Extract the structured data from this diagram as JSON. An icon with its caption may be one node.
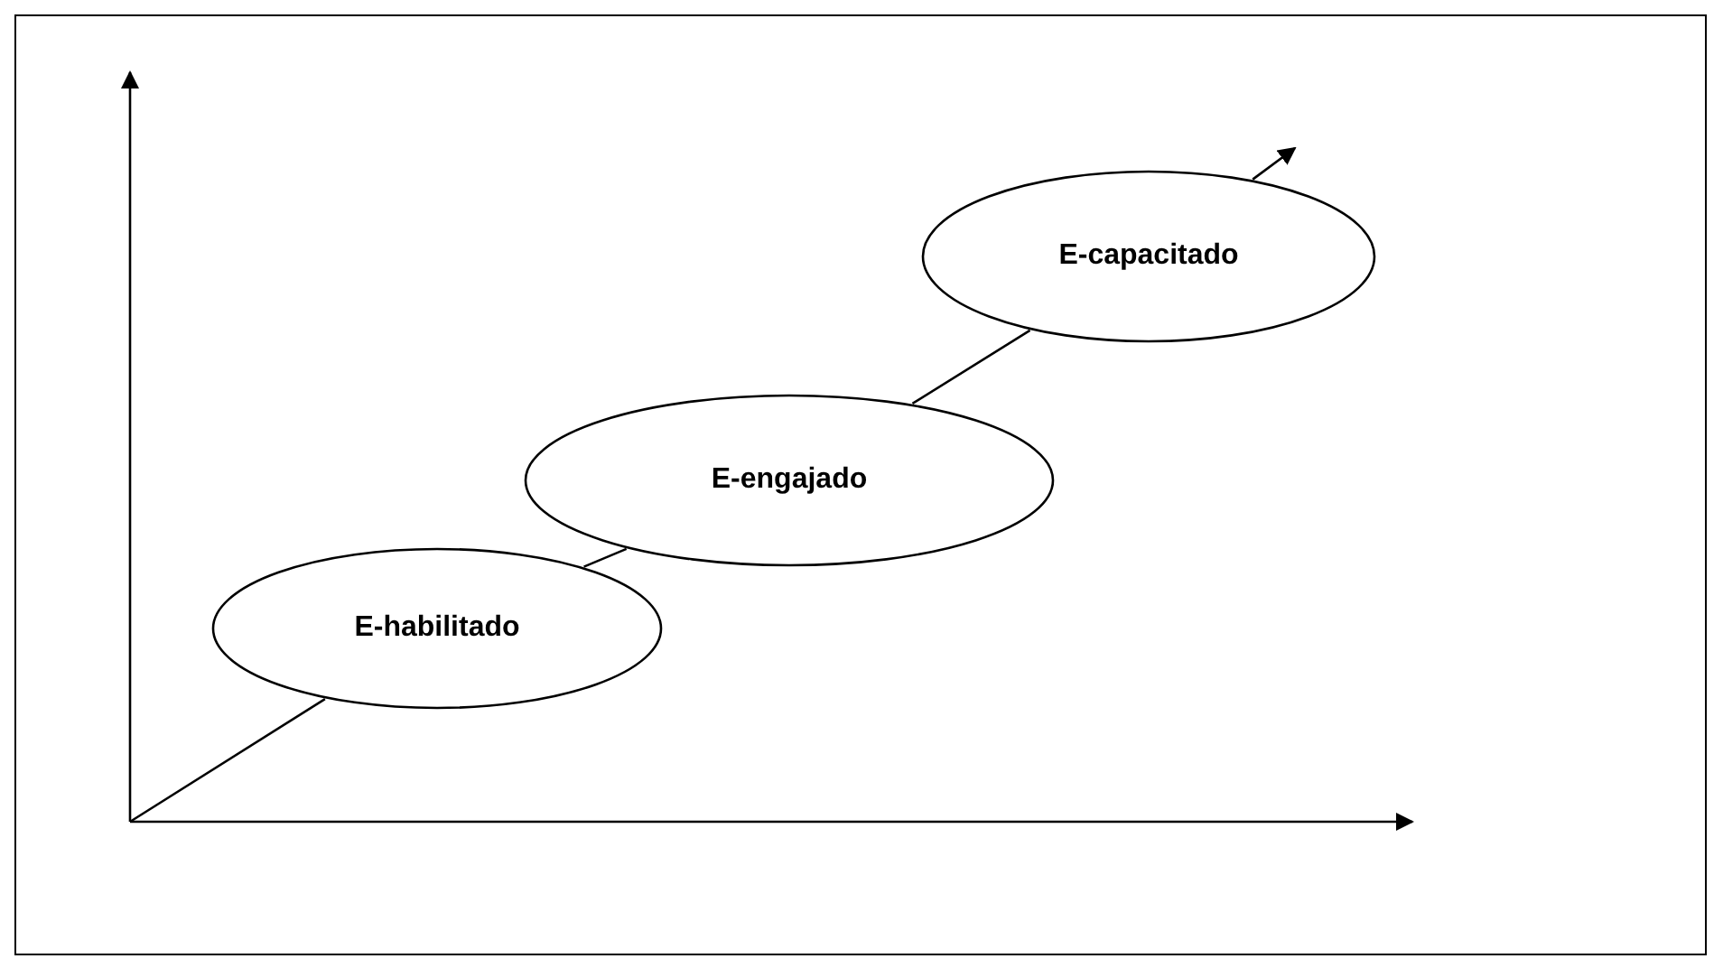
{
  "diagram": {
    "nodes": [
      {
        "text": [
          "E-habilitado"
        ]
      },
      {
        "text": [
          "E-engajado"
        ]
      },
      {
        "text": [
          "E-capacitado"
        ]
      }
    ],
    "edges": [
      {
        "from": null,
        "to": 0,
        "arrow": "none"
      },
      {
        "from": 0,
        "to": 1,
        "arrow": "none"
      },
      {
        "from": 1,
        "to": 2,
        "arrow": "none"
      },
      {
        "from": 2,
        "to": null,
        "arrow": "to"
      }
    ]
  }
}
